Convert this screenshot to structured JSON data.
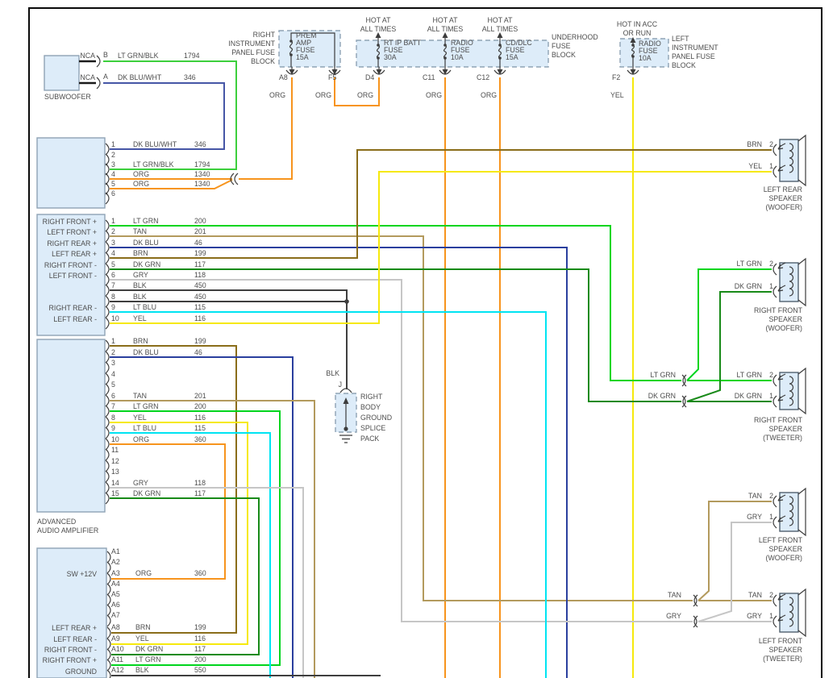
{
  "wire_colors": {
    "LT GRN": "#00d51e",
    "LT GRN/BLK": "#3ccf3c",
    "TAN": "#b39a5d",
    "DK BLU": "#2a3f9e",
    "DK BLU/WHT": "#4656a6",
    "BRN": "#8a6d1a",
    "DK GRN": "#188a18",
    "GRY": "#c6c6c6",
    "BLK": "#3f3f3f",
    "LT BLU": "#00e4f2",
    "YEL": "#f6e90c",
    "ORG": "#f7941d",
    "box_fill": "#ddecf9",
    "box_stroke": "#8fa3b5"
  },
  "subwoofer": {
    "label": "SUBWOOFER",
    "pins": [
      {
        "code": "NCA",
        "pin": "B",
        "wire": "LT GRN/BLK",
        "circuit": "1794"
      },
      {
        "code": "NCA",
        "pin": "A",
        "wire": "DK BLU/WHT",
        "circuit": "346"
      }
    ]
  },
  "fuse_blocks": {
    "right_ip": {
      "label": [
        "RIGHT",
        "INSTRUMENT",
        "PANEL FUSE",
        "BLOCK"
      ],
      "fuse": [
        "PREM",
        "AMP",
        "FUSE",
        "15A"
      ],
      "out_a": "A8",
      "out_b": "F5",
      "wire_a": "ORG",
      "wire_b": "ORG"
    },
    "underhood": {
      "label": [
        "UNDERHOOD",
        "FUSE",
        "BLOCK"
      ],
      "fuses": [
        {
          "hot": [
            "HOT AT",
            "ALL TIMES"
          ],
          "name": [
            "RT IP BATT",
            "FUSE",
            "30A"
          ],
          "out": "D4",
          "wire": "ORG"
        },
        {
          "hot": [
            "HOT AT",
            "ALL TIMES"
          ],
          "name": [
            "RADIO",
            "FUSE",
            "10A"
          ],
          "out": "C11",
          "wire": "ORG"
        },
        {
          "hot": [
            "HOT AT",
            "ALL TIMES"
          ],
          "name": [
            "CD/DLC",
            "FUSE",
            "15A"
          ],
          "out": "C12",
          "wire": "ORG"
        }
      ]
    },
    "left_ip": {
      "hot": [
        "HOT IN ACC",
        "OR RUN"
      ],
      "label": [
        "LEFT",
        "INSTRUMENT",
        "PANEL FUSE",
        "BLOCK"
      ],
      "fuse": [
        "RADIO",
        "FUSE",
        "10A"
      ],
      "out": "F2",
      "wire": "YEL"
    }
  },
  "amplifier": {
    "label": [
      "ADVANCED",
      "AUDIO AMPLIFIER"
    ],
    "connector1": {
      "rows": [
        {
          "pin": "1",
          "wire": "DK BLU/WHT",
          "circuit": "346"
        },
        {
          "pin": "2"
        },
        {
          "pin": "3",
          "wire": "LT GRN/BLK",
          "circuit": "1794"
        },
        {
          "pin": "4",
          "wire": "ORG",
          "circuit": "1340"
        },
        {
          "pin": "5",
          "wire": "ORG",
          "circuit": "1340"
        },
        {
          "pin": "6"
        }
      ]
    },
    "connector2": {
      "rows": [
        {
          "pin": "1",
          "label": "RIGHT FRONT +",
          "wire": "LT GRN",
          "circuit": "200"
        },
        {
          "pin": "2",
          "label": "LEFT FRONT +",
          "wire": "TAN",
          "circuit": "201"
        },
        {
          "pin": "3",
          "label": "RIGHT REAR +",
          "wire": "DK BLU",
          "circuit": "46"
        },
        {
          "pin": "4",
          "label": "LEFT REAR +",
          "wire": "BRN",
          "circuit": "199"
        },
        {
          "pin": "5",
          "label": "RIGHT FRONT -",
          "wire": "DK GRN",
          "circuit": "117"
        },
        {
          "pin": "6",
          "label": "LEFT FRONT -",
          "wire": "GRY",
          "circuit": "118"
        },
        {
          "pin": "7",
          "wire": "BLK",
          "circuit": "450"
        },
        {
          "pin": "8",
          "wire": "BLK",
          "circuit": "450"
        },
        {
          "pin": "9",
          "label": "RIGHT REAR -",
          "wire": "LT BLU",
          "circuit": "115"
        },
        {
          "pin": "10",
          "label": "LEFT REAR -",
          "wire": "YEL",
          "circuit": "116"
        }
      ]
    },
    "connector3": {
      "rows": [
        {
          "pin": "1",
          "wire": "BRN",
          "circuit": "199"
        },
        {
          "pin": "2",
          "wire": "DK BLU",
          "circuit": "46"
        },
        {
          "pin": "3"
        },
        {
          "pin": "4"
        },
        {
          "pin": "5"
        },
        {
          "pin": "6",
          "wire": "TAN",
          "circuit": "201"
        },
        {
          "pin": "7",
          "wire": "LT GRN",
          "circuit": "200"
        },
        {
          "pin": "8",
          "wire": "YEL",
          "circuit": "116"
        },
        {
          "pin": "9",
          "wire": "LT BLU",
          "circuit": "115"
        },
        {
          "pin": "10",
          "wire": "ORG",
          "circuit": "360"
        },
        {
          "pin": "11"
        },
        {
          "pin": "12"
        },
        {
          "pin": "13"
        },
        {
          "pin": "14",
          "wire": "GRY",
          "circuit": "118"
        },
        {
          "pin": "15",
          "wire": "DK GRN",
          "circuit": "117"
        }
      ]
    }
  },
  "radio_connector": {
    "rows": [
      {
        "pin": "A1"
      },
      {
        "pin": "A2"
      },
      {
        "pin": "A3",
        "label": "SW +12V",
        "wire": "ORG",
        "circuit": "360"
      },
      {
        "pin": "A4"
      },
      {
        "pin": "A5"
      },
      {
        "pin": "A6"
      },
      {
        "pin": "A7"
      },
      {
        "pin": "A8",
        "label": "LEFT REAR +",
        "wire": "BRN",
        "circuit": "199"
      },
      {
        "pin": "A9",
        "label": "LEFT REAR -",
        "wire": "YEL",
        "circuit": "116"
      },
      {
        "pin": "A10",
        "label": "RIGHT FRONT -",
        "wire": "DK GRN",
        "circuit": "117"
      },
      {
        "pin": "A11",
        "label": "RIGHT FRONT +",
        "wire": "LT GRN",
        "circuit": "200"
      },
      {
        "pin": "A12",
        "label": "GROUND",
        "wire": "BLK",
        "circuit": "550"
      }
    ]
  },
  "ground_splice": {
    "wire": "BLK",
    "terminal": "J",
    "label": [
      "RIGHT",
      "BODY",
      "GROUND",
      "SPLICE",
      "PACK"
    ]
  },
  "speakers": [
    {
      "caption": [
        "LEFT REAR",
        "SPEAKER",
        "(WOOFER)"
      ],
      "pins": [
        {
          "num": "2",
          "wire": "BRN"
        },
        {
          "num": "1",
          "wire": "YEL"
        }
      ]
    },
    {
      "caption": [
        "RIGHT FRONT",
        "SPEAKER",
        "(WOOFER)"
      ],
      "pins": [
        {
          "num": "2",
          "wire": "LT GRN"
        },
        {
          "num": "1",
          "wire": "DK GRN"
        }
      ]
    },
    {
      "caption": [
        "RIGHT FRONT",
        "SPEAKER",
        "(TWEETER)"
      ],
      "pins": [
        {
          "num": "2",
          "wire": "LT GRN",
          "splice_label": "LT GRN"
        },
        {
          "num": "1",
          "wire": "DK GRN",
          "splice_label": "DK GRN"
        }
      ]
    },
    {
      "caption": [
        "LEFT FRONT",
        "SPEAKER",
        "(WOOFER)"
      ],
      "pins": [
        {
          "num": "2",
          "wire": "TAN"
        },
        {
          "num": "1",
          "wire": "GRY"
        }
      ]
    },
    {
      "caption": [
        "LEFT FRONT",
        "SPEAKER",
        "(TWEETER)"
      ],
      "pins": [
        {
          "num": "2",
          "wire": "TAN",
          "splice_label": "TAN"
        },
        {
          "num": "1",
          "wire": "GRY",
          "splice_label": "GRY"
        }
      ]
    }
  ]
}
